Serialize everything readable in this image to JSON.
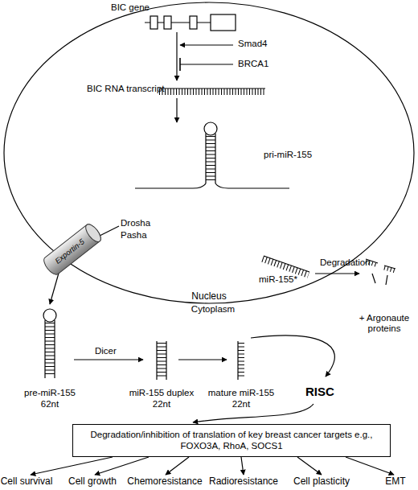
{
  "diagram": {
    "nodes": [
      {
        "text": [
          "Nucleus"
        ]
      },
      {
        "text": [
          "Exportin-5"
        ]
      },
      {
        "text": [
          "Degradation/inhibition of translation of key breast cancer targets e.g., FOXO3A, RhoA, SOCS1"
        ]
      }
    ],
    "labels": [
      "BIC gene",
      "Smad4",
      "BRCA1",
      "BIC RNA transcript",
      "pri-miR-155",
      "Drosha",
      "Pasha",
      "Cytoplasm",
      "miR-155*",
      "Degradation",
      "+ Argonaute proteins",
      "pre-miR-155",
      "62nt",
      "Dicer",
      "miR-155 duplex",
      "22nt",
      "mature miR-155",
      "22nt",
      "RISC",
      "Cell survival",
      "Cell growth",
      "Chemoresistance",
      "Radioresistance",
      "Cell plasticity",
      "EMT"
    ]
  }
}
